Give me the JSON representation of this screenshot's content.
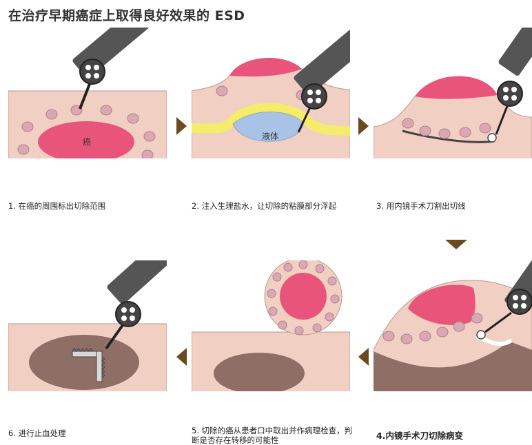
{
  "title": "在治疗早期癌症上取得良好效果的 ESD",
  "colors": {
    "skin": "#f1cfc3",
    "lesion": "#e9557a",
    "dots": "#d9a8b3",
    "fluid": "#a9c3e6",
    "mucosa_yellow": "#f5ec6a",
    "cut_area": "#8f6e66",
    "instrument": "#555555",
    "arrow": "#6b4a1f"
  },
  "labels": {
    "cancer": "癌",
    "fluid": "液体"
  },
  "steps": [
    {
      "caption": "1. 在癌的周围标出切除范围"
    },
    {
      "caption": "2. 注入生理盐水，让切除的粘膜部分浮起"
    },
    {
      "caption": "3. 用内镜手术刀割出切线"
    },
    {
      "caption": "4.内镜手术刀切除病变"
    },
    {
      "caption": "5. 切除的癌从患者口中取出并作病理检查，判断是否存在转移的可能性"
    },
    {
      "caption": "6. 进行止血处理"
    }
  ]
}
